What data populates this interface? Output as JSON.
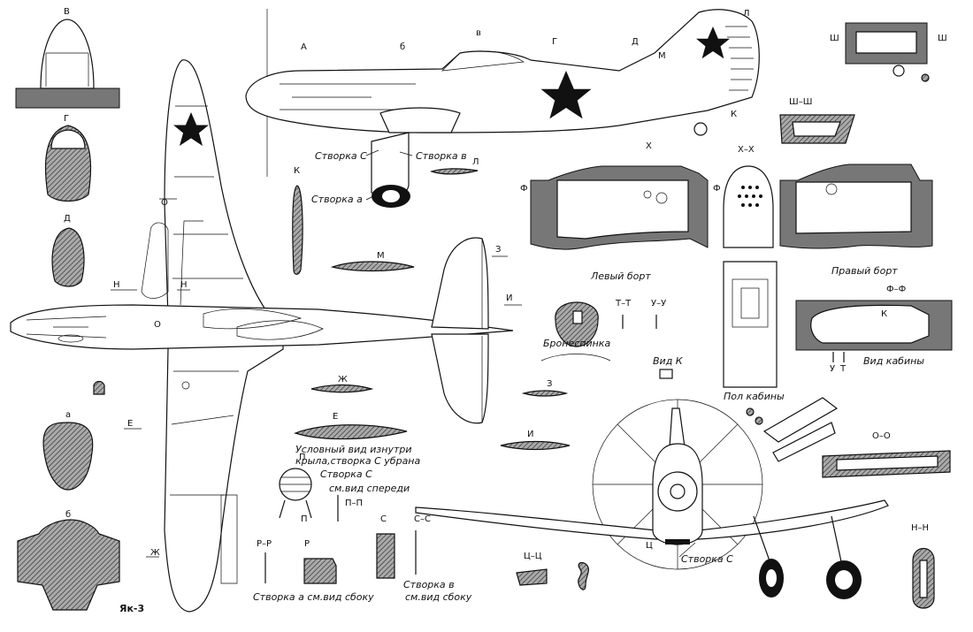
{
  "title": "Як-3",
  "section_letters": {
    "v": "В",
    "g": "Г",
    "d": "Д",
    "a": "а",
    "b": "б",
    "a_side": "А",
    "b_side": "б",
    "v_side": "в",
    "g_side": "Г",
    "d_side": "Д",
    "m_side": "М",
    "l_side": "Л",
    "k_side": "К",
    "o": "О",
    "n_left": "Н",
    "n_right": "Н",
    "o1": "О",
    "e": "Е",
    "zh": "Ж",
    "z": "З",
    "i": "И",
    "sh1": "Ш",
    "sh2": "Ш",
    "f_left": "Ф",
    "f_mid": "Ф",
    "kx": "К",
    "ts": "Ц",
    "s": "С",
    "p": "П"
  },
  "labels": {
    "flap_c": "Створка С",
    "flap_v": "Створка в",
    "flap_a": "Створка а",
    "k": "К",
    "l": "Л",
    "m": "М",
    "zh": "Ж",
    "e": "Е",
    "z": "З",
    "i": "И",
    "cond_view": "Условный вид изнутри",
    "cond_view2": "крыла,створка С убрана",
    "p_flap_c": "Створка С",
    "see_front": "см.вид спереди",
    "p_p": "П–П",
    "r_r": "Р–Р",
    "r": "Р",
    "c": "С",
    "c_c": "С–С",
    "flap_a_side": "Створка а  см.вид сбоку",
    "flap_v_side1": "Створка в",
    "flap_v_side2": "см.вид сбоку",
    "sh_sh": "Ш–Ш",
    "x": "Х",
    "x_x": "Х–Х",
    "left_side": "Левый борт",
    "right_side": "Правый борт",
    "t_t": "Т–Т",
    "u_u": "У–У",
    "armor": "Бронеспинка",
    "view_k": "Вид К",
    "f_f": "Ф–Ф",
    "u": "У",
    "t": "Т",
    "view_cabin": "Вид кабины",
    "cabin_floor": "Пол кабины",
    "o_o": "О–О",
    "n_n": "Н–Н",
    "ts_ts": "Ц–Ц",
    "ts": "Ц",
    "flap_c_front": "Створка С"
  }
}
